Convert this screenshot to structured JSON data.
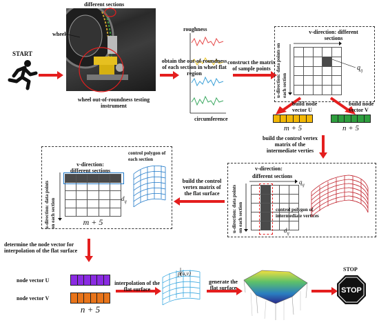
{
  "start_label": "START",
  "stop_label": "STOP",
  "photo": {
    "different_sections": "different sections",
    "wheel": "wheel",
    "instrument": "wheel out-of-roundness testing instrument"
  },
  "step_obtain": "obtain the out-of-roundness of each section in wheel flat region",
  "roughness_plot": {
    "ylabel": "roughness",
    "xlabel": "circumference"
  },
  "step_construct": "construct the matrix of sample points",
  "matrix1": {
    "v_dir": "v-direction: different sections",
    "u_dir": "u-direction: data points on each section",
    "q_label": "q",
    "q_sub": "ij"
  },
  "node_vector_u": {
    "label": "build node vector U",
    "count": "m + 5"
  },
  "node_vector_v": {
    "label": "build node vector V",
    "count": "n + 5"
  },
  "step_build_intermediate": "build the control vertex matrix of the intermediate verties",
  "matrix_intermediate": {
    "v_dir": "v-direction:",
    "v_dir2": "different sections",
    "u_dir": "u-direction: data points on each section",
    "q_label": "q",
    "q_sub": "ij",
    "d_label": "d",
    "d_sub": "ij",
    "polygon_label": "control polygon of intermediate vertices"
  },
  "step_build_flat": "build the control vertex matrix of the flat surface",
  "matrix_flat": {
    "v_dir": "v-direction: different sections",
    "u_dir": "u-direction: data points on each section",
    "polygon_label": "control polygon of each section",
    "count": "m + 5",
    "d_label": "d",
    "d_sub": "ij"
  },
  "step_determine": "determine the node vector for interpolation of the flat surface",
  "node_vector_u2": {
    "label": "node vector U"
  },
  "node_vector_v2": {
    "label": "node vector V",
    "count": "n + 5"
  },
  "step_interpolate": "interpolation of the flat surface",
  "interp_point": "p(u,v)",
  "step_generate": "generate the flat surface",
  "colors": {
    "arrow": "#e41e1e",
    "yellow": "#f2b705",
    "green": "#2e9e3e",
    "purple": "#8a2be2",
    "orange": "#e8741a",
    "dark_cell": "#4a4a4a",
    "mesh_red": "#c0202a",
    "mesh_blue": "#1f78c8"
  }
}
